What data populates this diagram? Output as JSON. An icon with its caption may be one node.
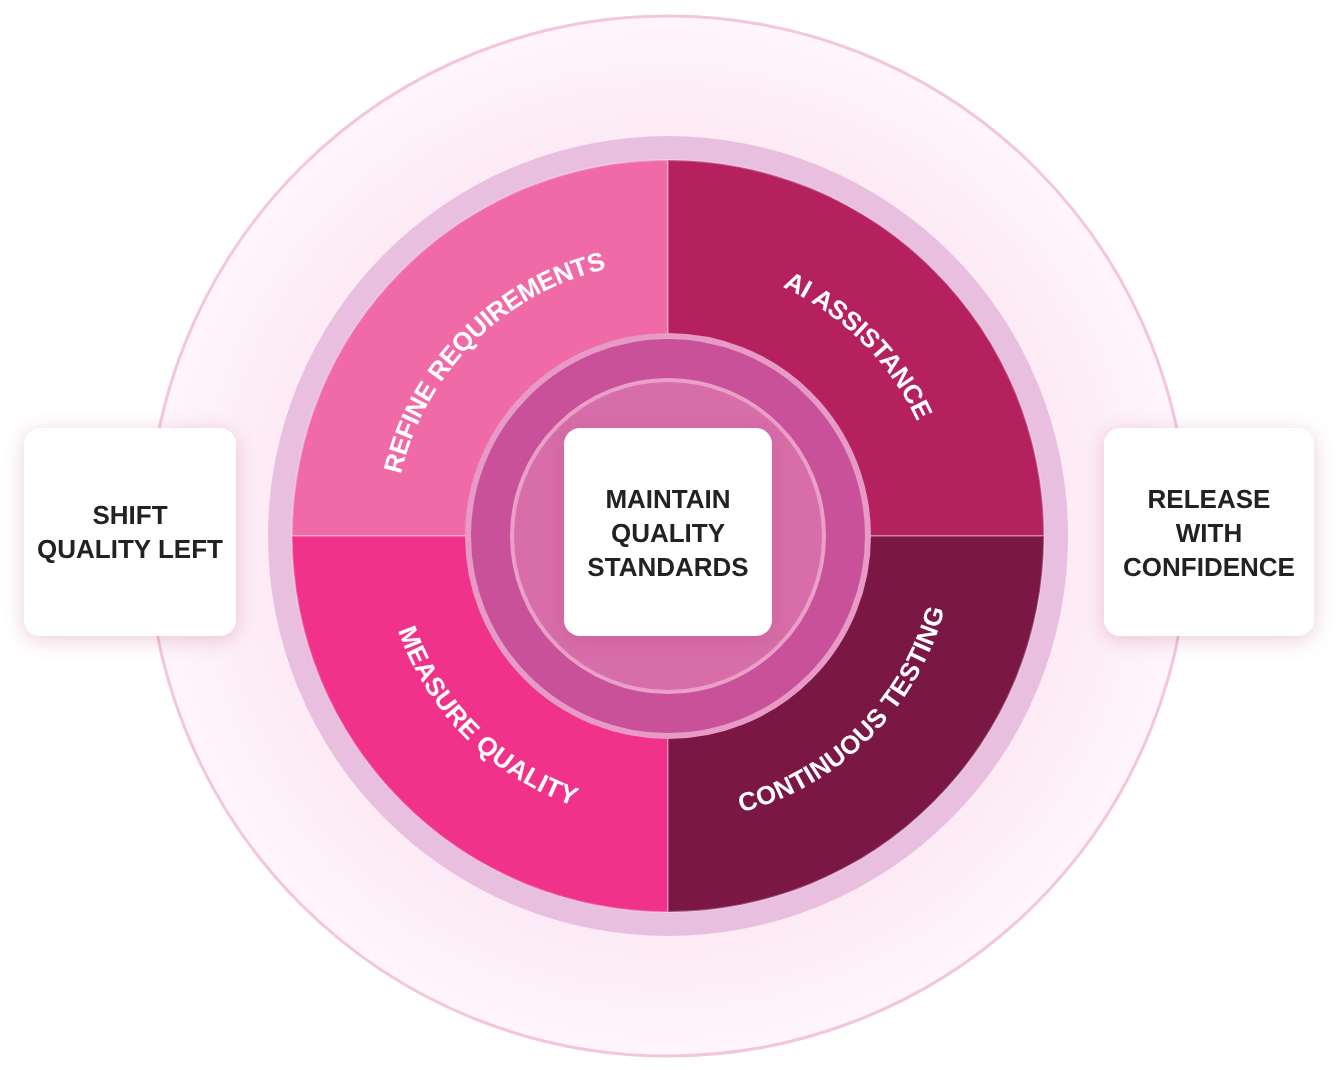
{
  "diagram": {
    "nodes": [
      {
        "text": [
          "SHIFT QUALITY LEFT"
        ]
      },
      {
        "text": [
          "REFINE REQUIREMENTS"
        ]
      },
      {
        "text": [
          "AI ASSISTANCE"
        ]
      },
      {
        "text": [
          "MAINTAIN QUALITY STANDARDS"
        ]
      },
      {
        "text": [
          "MEASURE QUALITY"
        ]
      },
      {
        "text": [
          "CONTINUOUS TESTING"
        ]
      },
      {
        "text": [
          "RELEASE WITH CONFIDENCE"
        ]
      }
    ]
  }
}
